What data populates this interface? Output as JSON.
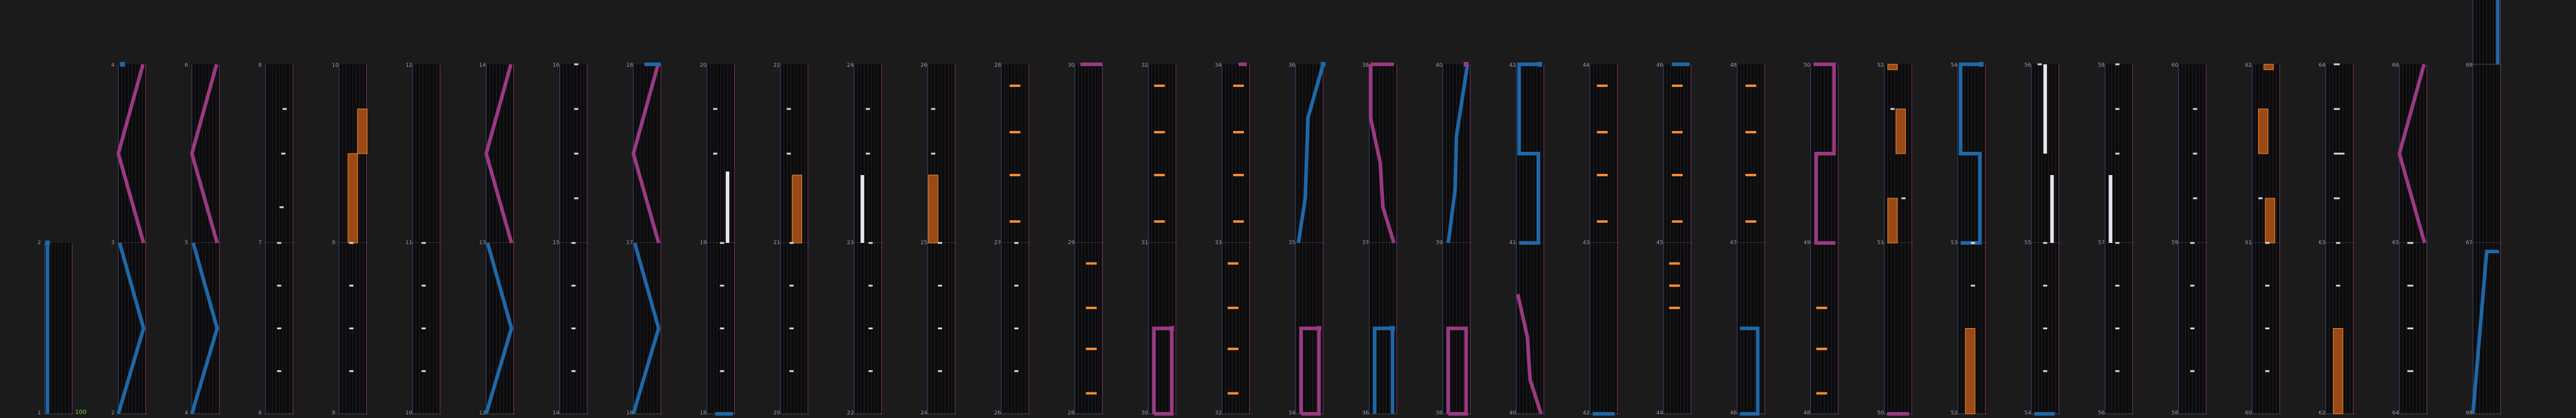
{
  "app": {
    "status_text": "100"
  },
  "colors": {
    "background": "#1b1b1b",
    "lane_bg": "#0c0c0c",
    "grid_line": "#2d2d3d",
    "lane_edge_left": "#3c4a7a",
    "lane_edge_right": "#7a3a6a",
    "tick": "#d8d8d8",
    "note": "#ff8c2e",
    "hold": "#9a4a15",
    "hold_cap": "#ff8c2e",
    "slide_blue": "#1f68a8",
    "slide_pink": "#9a3a82",
    "white_hold": "#e6e6ec",
    "status_green": "#7bd321"
  },
  "measures": {
    "top": [
      "",
      "4",
      "6",
      "8",
      "10",
      "12",
      "14",
      "16",
      "18",
      "20",
      "22",
      "24",
      "26",
      "28",
      "30",
      "32",
      "34",
      "36",
      "38",
      "40",
      "42",
      "44",
      "46",
      "48",
      "50",
      "52",
      "54",
      "56",
      "58",
      "60",
      "62",
      "64",
      "66",
      "68"
    ],
    "mid": [
      "2",
      "3",
      "5",
      "7",
      "9",
      "11",
      "13",
      "15",
      "17",
      "19",
      "21",
      "23",
      "25",
      "27",
      "29",
      "31",
      "33",
      "35",
      "37",
      "39",
      "41",
      "43",
      "45",
      "47",
      "49",
      "51",
      "53",
      "55",
      "57",
      "59",
      "61",
      "63",
      "65",
      "67"
    ],
    "bot": [
      "1",
      "2",
      "4",
      "6",
      "8",
      "10",
      "12",
      "14",
      "16",
      "18",
      "20",
      "22",
      "24",
      "26",
      "28",
      "30",
      "32",
      "34",
      "36",
      "38",
      "40",
      "42",
      "44",
      "46",
      "48",
      "50",
      "52",
      "54",
      "56",
      "58",
      "60",
      "62",
      "64",
      "66"
    ]
  }
}
